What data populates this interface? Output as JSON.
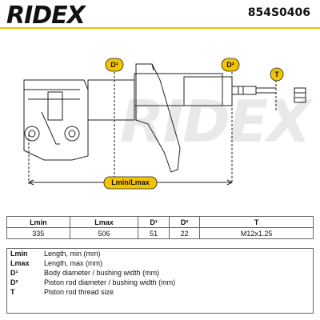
{
  "header": {
    "brand": "RIDEX",
    "part_number": "854S0406"
  },
  "drawing": {
    "labels": {
      "d1": "D¹",
      "d2": "D²",
      "t": "T",
      "length": "Lmin/Lmax"
    }
  },
  "specs": {
    "headers": [
      "Lmin",
      "Lmax",
      "D¹",
      "D²",
      "T"
    ],
    "values": [
      "335",
      "506",
      "51",
      "22",
      "M12x1.25"
    ]
  },
  "legend": [
    {
      "abbr": "Lmin",
      "desc": "Length, min (mm)"
    },
    {
      "abbr": "Lmax",
      "desc": "Length, max (mm)"
    },
    {
      "abbr": "D¹",
      "desc": "Body diameter / bushing width (mm)"
    },
    {
      "abbr": "D²",
      "desc": "Piston rod diameter / bushing width (mm)"
    },
    {
      "abbr": "T",
      "desc": "Piston rod thread size"
    }
  ],
  "colors": {
    "accent": "#f5c400",
    "line": "#222222"
  }
}
